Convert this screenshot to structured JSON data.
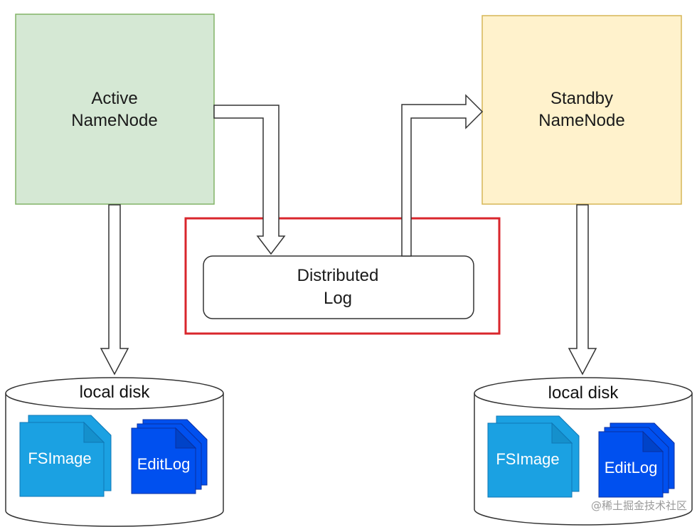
{
  "active_namenode": {
    "line1": "Active",
    "line2": "NameNode",
    "fill": "#d5e8d4",
    "stroke": "#82b366"
  },
  "standby_namenode": {
    "line1": "Standby",
    "line2": "NameNode",
    "fill": "#fff2cc",
    "stroke": "#d6b656"
  },
  "distributed_log": {
    "line1": "Distributed",
    "line2": "Log",
    "highlight_color": "#d9262c"
  },
  "left_disk": {
    "label": "local disk",
    "fsimage_label": "FSImage",
    "editlog_label": "EditLog"
  },
  "right_disk": {
    "label": "local disk",
    "fsimage_label": "FSImage",
    "editlog_label": "EditLog"
  },
  "colors": {
    "fsimage": "#1ba1e2",
    "editlog": "#0050ef"
  },
  "watermark": "@稀土掘金技术社区"
}
